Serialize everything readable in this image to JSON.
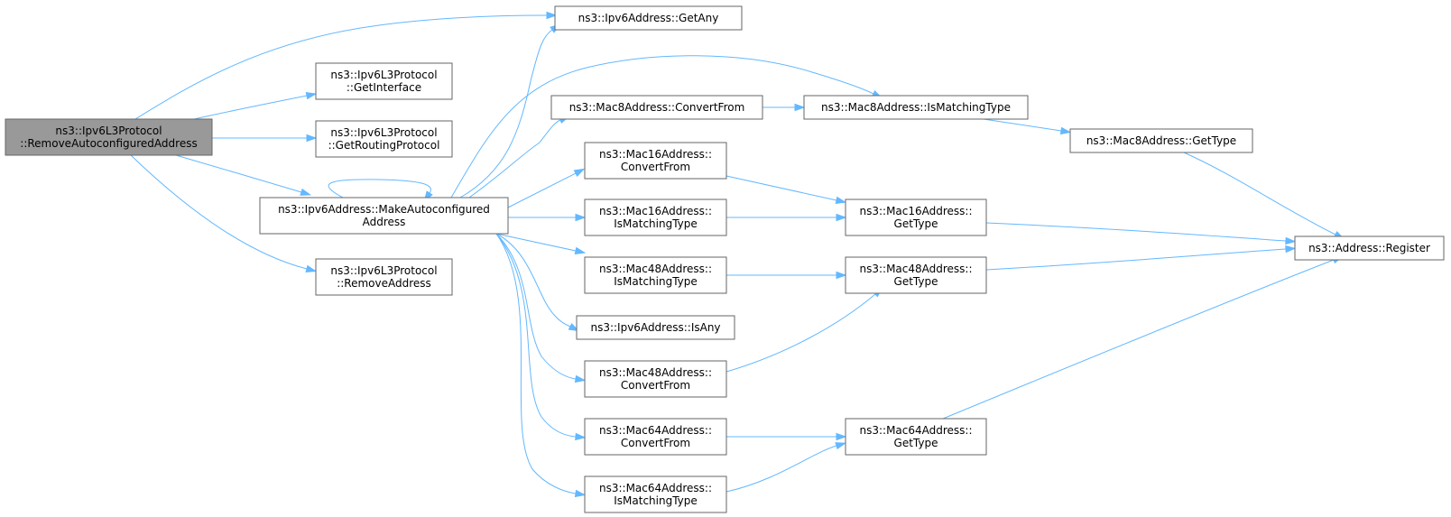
{
  "diagram": {
    "type": "call-graph",
    "colors": {
      "edge": "#63b8ff",
      "root_fill": "#999999",
      "node_fill": "#ffffff",
      "node_border": "#666666"
    },
    "nodes": [
      {
        "id": "n0",
        "lines": [
          "ns3::Ipv6L3Protocol",
          "::RemoveAutoconfiguredAddress"
        ],
        "root": true
      },
      {
        "id": "n1",
        "lines": [
          "ns3::Ipv6Address::GetAny"
        ]
      },
      {
        "id": "n2",
        "lines": [
          "ns3::Ipv6L3Protocol",
          "::GetInterface"
        ]
      },
      {
        "id": "n3",
        "lines": [
          "ns3::Ipv6L3Protocol",
          "::GetRoutingProtocol"
        ]
      },
      {
        "id": "n4",
        "lines": [
          "ns3::Ipv6Address::MakeAutoconfigured",
          "Address"
        ]
      },
      {
        "id": "n5",
        "lines": [
          "ns3::Ipv6L3Protocol",
          "::RemoveAddress"
        ]
      },
      {
        "id": "n6",
        "lines": [
          "ns3::Mac8Address::ConvertFrom"
        ]
      },
      {
        "id": "n7",
        "lines": [
          "ns3::Mac16Address::",
          "ConvertFrom"
        ]
      },
      {
        "id": "n8",
        "lines": [
          "ns3::Mac16Address::",
          "IsMatchingType"
        ]
      },
      {
        "id": "n9",
        "lines": [
          "ns3::Mac48Address::",
          "IsMatchingType"
        ]
      },
      {
        "id": "n10",
        "lines": [
          "ns3::Ipv6Address::IsAny"
        ]
      },
      {
        "id": "n11",
        "lines": [
          "ns3::Mac48Address::",
          "ConvertFrom"
        ]
      },
      {
        "id": "n12",
        "lines": [
          "ns3::Mac64Address::",
          "ConvertFrom"
        ]
      },
      {
        "id": "n13",
        "lines": [
          "ns3::Mac64Address::",
          "IsMatchingType"
        ]
      },
      {
        "id": "n14",
        "lines": [
          "ns3::Mac8Address::IsMatchingType"
        ]
      },
      {
        "id": "n15",
        "lines": [
          "ns3::Mac16Address::",
          "GetType"
        ]
      },
      {
        "id": "n16",
        "lines": [
          "ns3::Mac48Address::",
          "GetType"
        ]
      },
      {
        "id": "n17",
        "lines": [
          "ns3::Mac64Address::",
          "GetType"
        ]
      },
      {
        "id": "n18",
        "lines": [
          "ns3::Mac8Address::GetType"
        ]
      },
      {
        "id": "n19",
        "lines": [
          "ns3::Address::Register"
        ]
      }
    ],
    "edges": [
      {
        "from": "n0",
        "to": "n1"
      },
      {
        "from": "n0",
        "to": "n2"
      },
      {
        "from": "n0",
        "to": "n3"
      },
      {
        "from": "n0",
        "to": "n4"
      },
      {
        "from": "n0",
        "to": "n5"
      },
      {
        "from": "n4",
        "to": "n4"
      },
      {
        "from": "n4",
        "to": "n1"
      },
      {
        "from": "n4",
        "to": "n6"
      },
      {
        "from": "n4",
        "to": "n14"
      },
      {
        "from": "n4",
        "to": "n7"
      },
      {
        "from": "n4",
        "to": "n8"
      },
      {
        "from": "n4",
        "to": "n9"
      },
      {
        "from": "n4",
        "to": "n10"
      },
      {
        "from": "n4",
        "to": "n11"
      },
      {
        "from": "n4",
        "to": "n12"
      },
      {
        "from": "n4",
        "to": "n13"
      },
      {
        "from": "n6",
        "to": "n14"
      },
      {
        "from": "n14",
        "to": "n18"
      },
      {
        "from": "n18",
        "to": "n19"
      },
      {
        "from": "n7",
        "to": "n15"
      },
      {
        "from": "n8",
        "to": "n15"
      },
      {
        "from": "n15",
        "to": "n19"
      },
      {
        "from": "n9",
        "to": "n16"
      },
      {
        "from": "n11",
        "to": "n16"
      },
      {
        "from": "n16",
        "to": "n19"
      },
      {
        "from": "n12",
        "to": "n17"
      },
      {
        "from": "n13",
        "to": "n17"
      },
      {
        "from": "n17",
        "to": "n19"
      }
    ]
  }
}
